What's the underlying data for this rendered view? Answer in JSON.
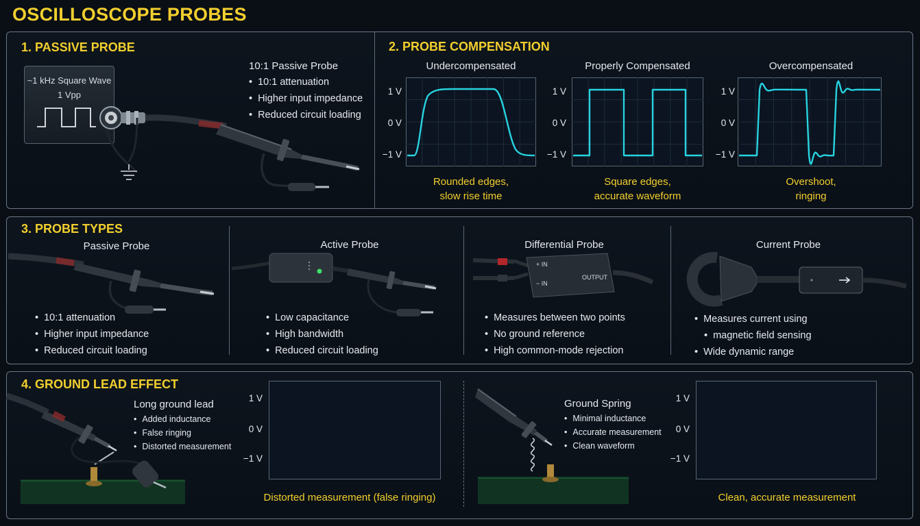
{
  "title": "OSCILLOSCOPE PROBES",
  "colors": {
    "accent": "#f2cf2e",
    "trace": "#28d3e0",
    "panel_border": "#6a7786"
  },
  "passive_probe": {
    "heading": "1.  PASSIVE PROBE",
    "generator": {
      "line1": "~1 kHz Square Wave",
      "line2": "1 Vpp"
    },
    "info_title": "10:1 Passive Probe",
    "bullets": [
      "10:1 attenuation",
      "Higher input impedance",
      "Reduced circuit loading"
    ]
  },
  "compensation": {
    "heading": "2.  PROBE COMPENSATION",
    "y_ticks": [
      "1 V",
      "0 V",
      "−1 V"
    ],
    "cases": [
      {
        "title": "Undercompensated",
        "caption1": "Rounded edges,",
        "caption2": "slow rise time"
      },
      {
        "title": "Properly Compensated",
        "caption1": "Square edges,",
        "caption2": "accurate waveform"
      },
      {
        "title": "Overcompensated",
        "caption1": "Overshoot,",
        "caption2": "ringing"
      }
    ]
  },
  "probe_types": {
    "heading": "3.  PROBE TYPES",
    "types": [
      {
        "name": "Passive Probe",
        "bullets": [
          "10:1 attenuation",
          "Higher input impedance",
          "Reduced circuit loading"
        ]
      },
      {
        "name": "Active Probe",
        "bullets": [
          "Low capacitance",
          "High bandwidth",
          "Reduced circuit loading"
        ]
      },
      {
        "name": "Differential Probe",
        "in_plus": "+ IN",
        "in_minus": "− IN",
        "output": "OUTPUT",
        "bullets": [
          "Measures between two points",
          "No ground reference",
          "High common-mode rejection"
        ]
      },
      {
        "name": "Current Probe",
        "bullets": [
          "Measures current using",
          "magnetic field sensing",
          "Wide dynamic range"
        ]
      }
    ]
  },
  "ground_lead": {
    "heading": "4.  GROUND LEAD EFFECT",
    "y_ticks": [
      "1 V",
      "0 V",
      "−1 V"
    ],
    "long": {
      "title": "Long ground lead",
      "bullets": [
        "Added inductance",
        "False ringing",
        "Distorted measurement"
      ],
      "caption": "Distorted measurement (false ringing)"
    },
    "spring": {
      "title": "Ground Spring",
      "bullets": [
        "Minimal inductance",
        "Accurate measurement",
        "Clean waveform"
      ],
      "caption": "Clean, accurate measurement"
    }
  }
}
